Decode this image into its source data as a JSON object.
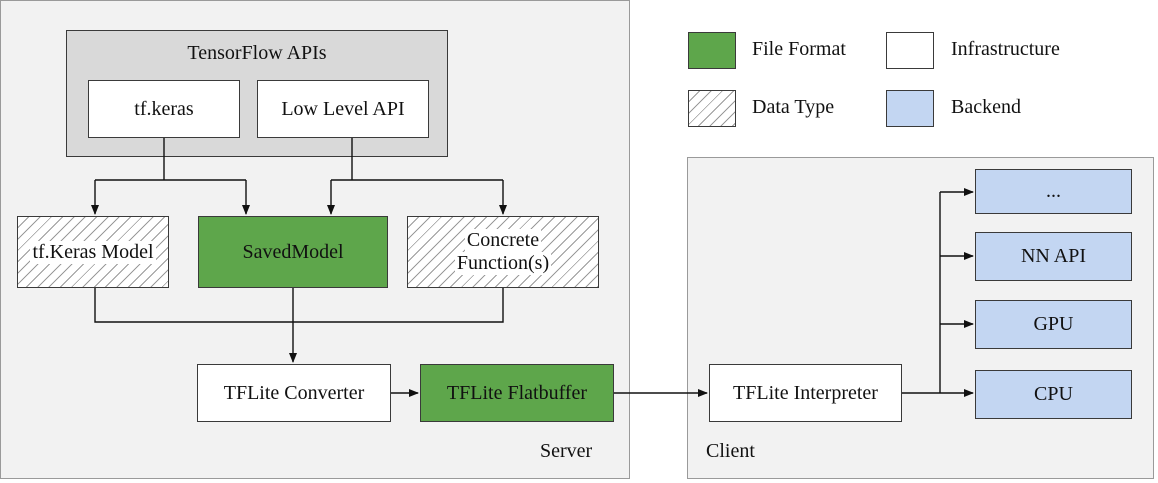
{
  "legend": {
    "file_format": "File Format",
    "infrastructure": "Infrastructure",
    "data_type": "Data Type",
    "backend": "Backend"
  },
  "server": {
    "label": "Server",
    "apis_title": "TensorFlow APIs",
    "tf_keras": "tf.keras",
    "low_level_api": "Low Level API",
    "keras_model": "tf.Keras Model",
    "saved_model": "SavedModel",
    "concrete_line1": "Concrete",
    "concrete_line2": "Function(s)",
    "converter": "TFLite Converter",
    "flatbuffer": "TFLite Flatbuffer"
  },
  "client": {
    "label": "Client",
    "interpreter": "TFLite Interpreter",
    "backends": [
      "...",
      "NN API",
      "GPU",
      "CPU"
    ]
  },
  "colors": {
    "file_format": "#5ea64b",
    "backend": "#c3d6f2",
    "infrastructure": "#ffffff",
    "panel": "#f2f2f2"
  }
}
